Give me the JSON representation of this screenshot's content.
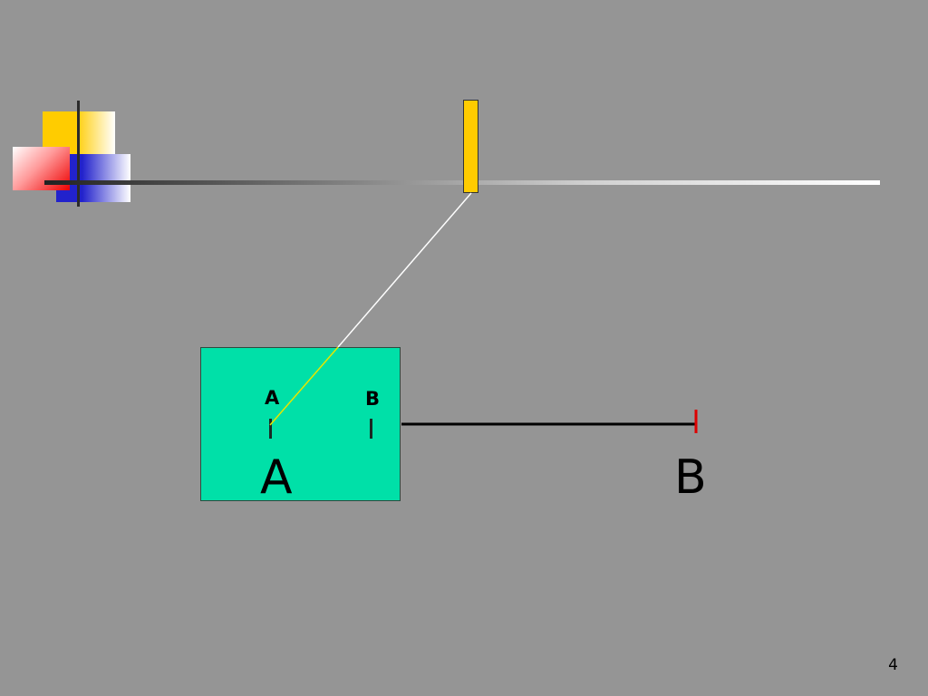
{
  "colors": {
    "background": "#959595",
    "box_a": "#00e0a8",
    "yellow_bar": "#ffcc00",
    "tick_red": "#dd0000",
    "logo_yellow": "#ffcc00",
    "logo_red": "#ee0000",
    "logo_blue": "#2222cc"
  },
  "labels": {
    "small_a": "A",
    "small_b": "B",
    "big_a": "A",
    "big_b": "B"
  },
  "slide_number": "4"
}
